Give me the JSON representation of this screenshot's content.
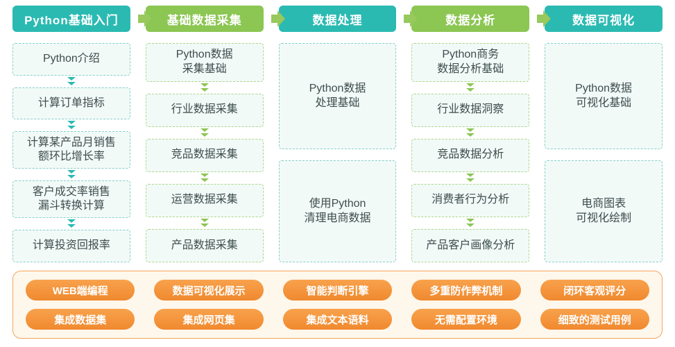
{
  "colors": {
    "teal": "#2bbab2",
    "green": "#8cc653",
    "orange": "#f49238"
  },
  "columns": [
    {
      "header": "Python基础入门",
      "theme": "teal",
      "items": [
        {
          "label": "Python介绍"
        },
        {
          "label": "计算订单指标"
        },
        {
          "label": "计算某产品月销售\n额环比增长率"
        },
        {
          "label": "客户成交率销售\n漏斗转换计算"
        },
        {
          "label": "计算投资回报率"
        }
      ]
    },
    {
      "header": "基础数据采集",
      "theme": "green",
      "items": [
        {
          "label": "Python数据\n采集基础"
        },
        {
          "label": "行业数据采集"
        },
        {
          "label": "竞品数据采集"
        },
        {
          "label": "运营数据采集"
        },
        {
          "label": "产品数据采集"
        }
      ]
    },
    {
      "header": "数据处理",
      "theme": "teal",
      "items": [
        {
          "label": "Python数据\n处理基础"
        },
        {
          "label": "使用Python\n清理电商数据"
        }
      ]
    },
    {
      "header": "数据分析",
      "theme": "green",
      "items": [
        {
          "label": "Python商务\n数据分析基础"
        },
        {
          "label": "行业数据洞察"
        },
        {
          "label": "竞品数据分析"
        },
        {
          "label": "消费者行为分析"
        },
        {
          "label": "产品客户画像分析"
        }
      ]
    },
    {
      "header": "数据可视化",
      "theme": "teal",
      "items": [
        {
          "label": "Python数据\n可视化基础"
        },
        {
          "label": "电商图表\n可视化绘制"
        }
      ]
    }
  ],
  "footer": {
    "rows": [
      [
        "WEB端编程",
        "数据可视化展示",
        "智能判断引擎",
        "多重防作弊机制",
        "闭环客观评分"
      ],
      [
        "集成数据集",
        "集成网页集",
        "集成文本语料",
        "无需配置环境",
        "细致的测试用例"
      ]
    ]
  }
}
